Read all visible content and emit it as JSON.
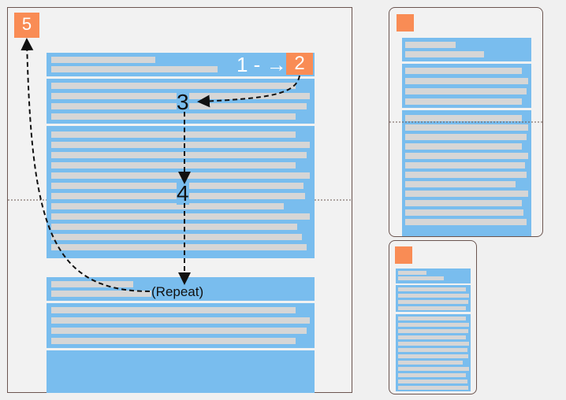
{
  "steps": {
    "step1_arrow": "1 - →",
    "step2": "2",
    "step3": "3",
    "step4": "4",
    "step5": "5",
    "repeat": "(Repeat)"
  },
  "colors": {
    "block": "#79bdee",
    "marker": "#f98c55",
    "text_line": "#d6d6d6",
    "page_border": "#6b5550"
  }
}
